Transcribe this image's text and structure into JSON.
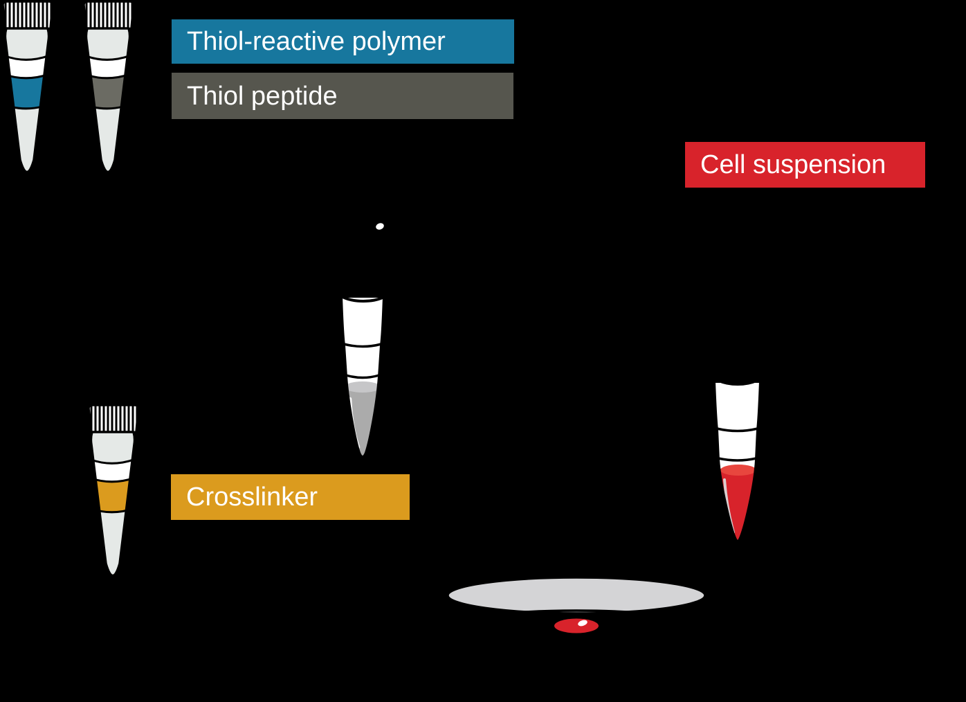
{
  "canvas": {
    "background": "#000000"
  },
  "labels": {
    "thiol_reactive_polymer": {
      "text": "Thiol-reactive polymer",
      "bg_color": "#17779E",
      "text_color": "#FFFFFF"
    },
    "thiol_peptide": {
      "text": "Thiol peptide",
      "bg_color": "#56564E",
      "text_color": "#FFFFFF"
    },
    "cell_suspension": {
      "text": "Cell suspension",
      "bg_color": "#D8232B",
      "text_color": "#FFFFFF"
    },
    "crosslinker": {
      "text": "Crosslinker",
      "bg_color": "#DB9B1E",
      "text_color": "#FFFFFF"
    }
  },
  "tubes": {
    "polymer": {
      "icon": "closed-microtube-icon",
      "cap": "striped-screw-cap",
      "body_color": "#E5E9E7",
      "liquid_color": "#17779E"
    },
    "peptide": {
      "icon": "closed-microtube-icon",
      "cap": "striped-screw-cap",
      "body_color": "#E5E9E7",
      "liquid_color": "#6B6B63"
    },
    "crosslinker": {
      "icon": "closed-microtube-icon",
      "cap": "striped-screw-cap",
      "body_color": "#E5E9E7",
      "liquid_color": "#DB9B1E"
    },
    "mixture": {
      "icon": "open-microtube-icon",
      "cap": "open-flip-cap",
      "plastic_color": "#FFFFFF",
      "liquid_color": "#ABABAB",
      "meniscus_color": "#C6C6C8",
      "highlight_color": "#FFFFFF"
    },
    "cells": {
      "icon": "open-microtube-icon",
      "cap": "open-flip-cap",
      "plastic_color": "#FFFFFF",
      "liquid_color": "#D8232B",
      "meniscus_color": "#E8463E",
      "highlight_color": "#D9D9D9"
    }
  },
  "petri_dish": {
    "icon": "petri-dish-icon",
    "dish_color": "#D4D4D6",
    "droplet_color": "#D8232B",
    "droplet_highlight": "#FFFFFF"
  }
}
